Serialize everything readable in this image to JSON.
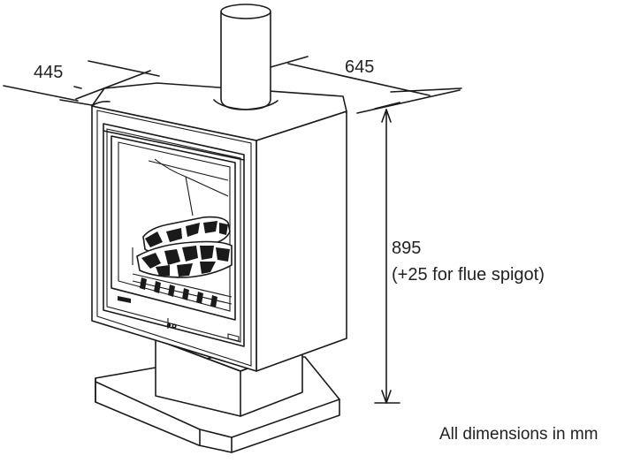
{
  "dimensions": {
    "width": "445",
    "depth": "645",
    "height": "895",
    "height_note": "(+25 for flue spigot)"
  },
  "note": "All dimensions in mm",
  "colors": {
    "line": "#1a1a1a",
    "background": "#ffffff"
  }
}
